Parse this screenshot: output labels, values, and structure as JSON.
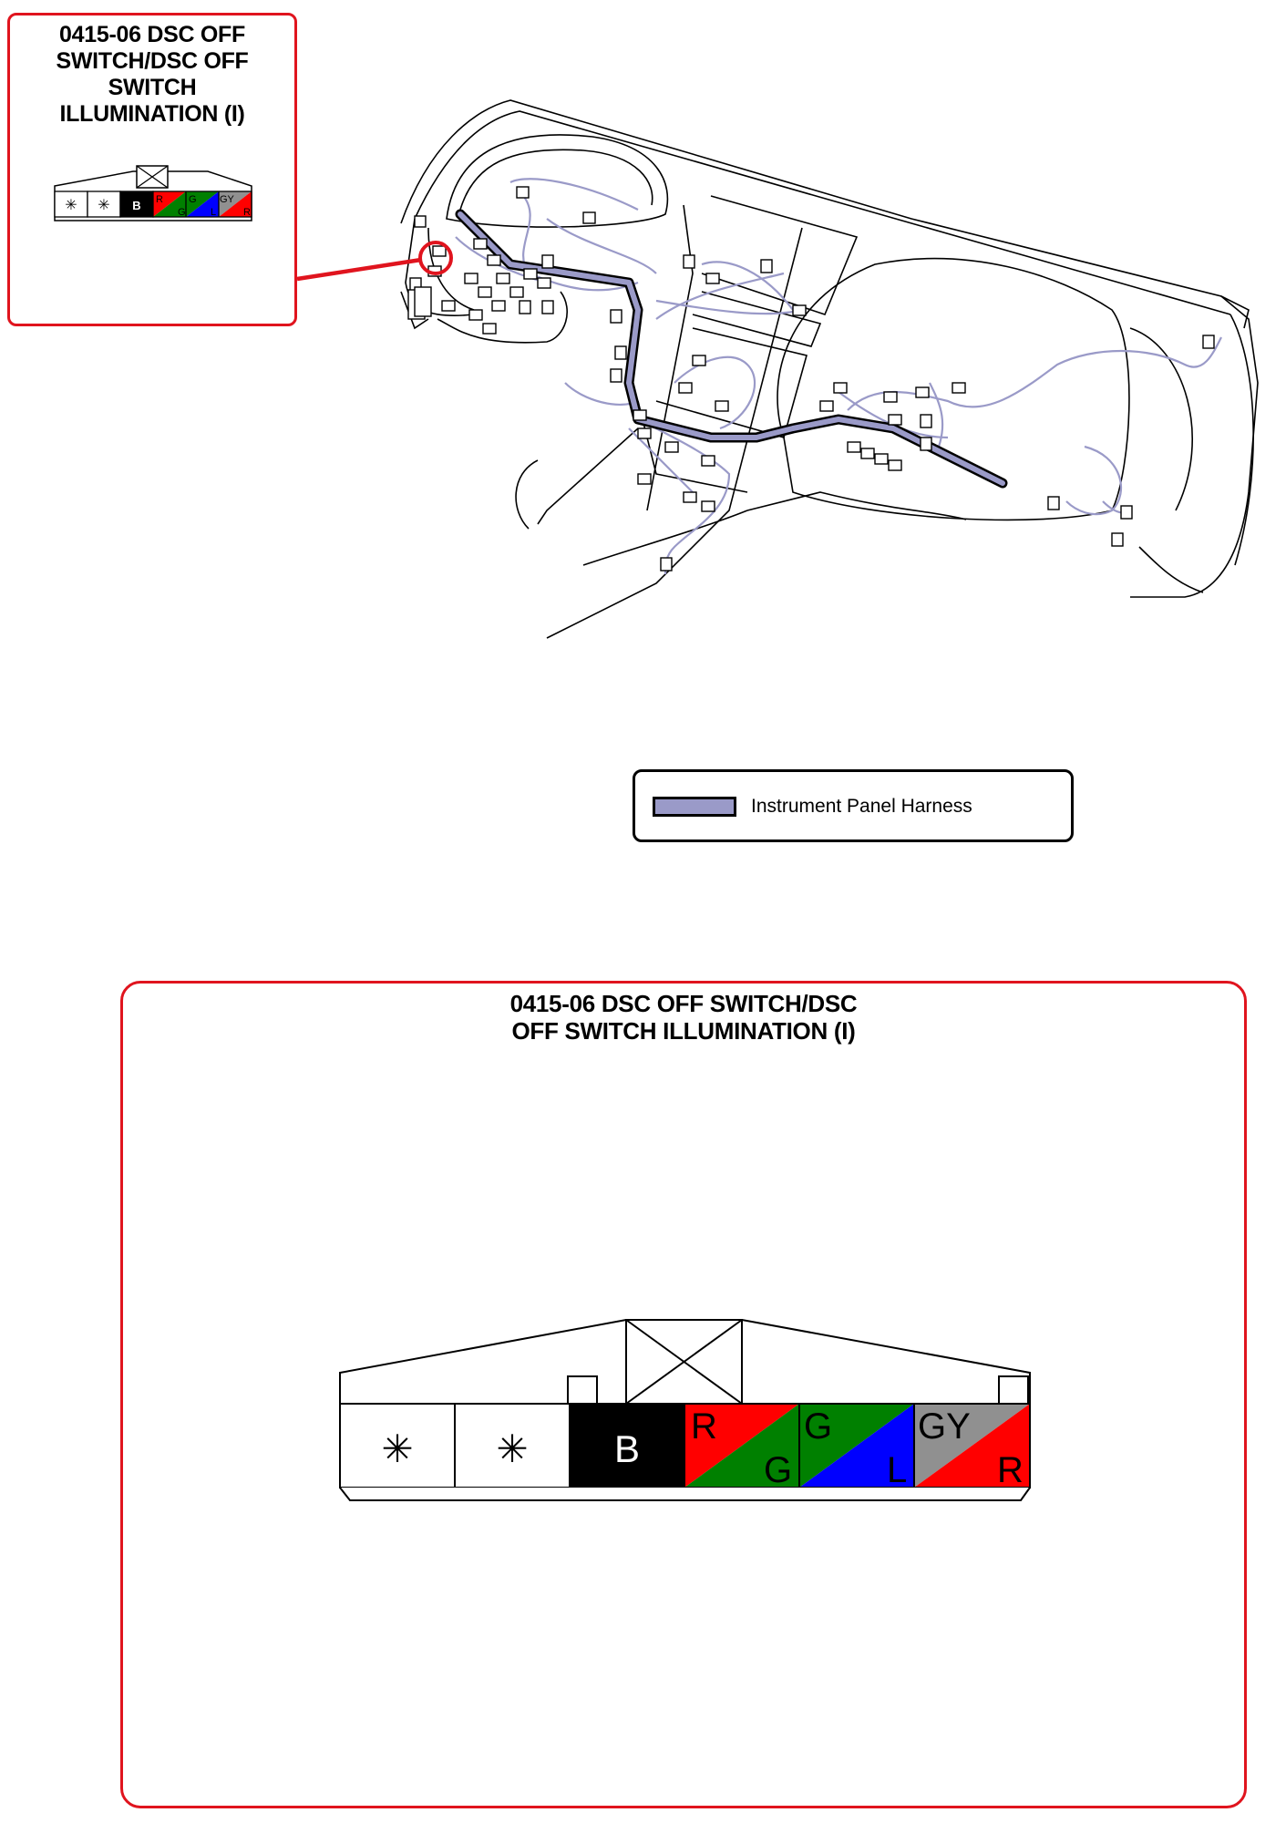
{
  "callout": {
    "title_lines": [
      "0415-06 DSC OFF",
      "SWITCH/DSC OFF",
      "SWITCH",
      "ILLUMINATION (I)"
    ]
  },
  "legend": {
    "label": "Instrument Panel Harness",
    "color": "#9a9ac8"
  },
  "detail": {
    "title_lines": [
      "0415-06 DSC OFF SWITCH/DSC",
      "OFF SWITCH ILLUMINATION (I)"
    ]
  },
  "connector": {
    "terminals": [
      {
        "type": "blank",
        "symbol": "✳"
      },
      {
        "type": "blank",
        "symbol": "✳"
      },
      {
        "type": "solid",
        "top": "B",
        "bottom": "",
        "color1": "#000000",
        "color2": "#000000"
      },
      {
        "type": "split",
        "top": "R",
        "bottom": "G",
        "color1": "#ff0000",
        "color2": "#008000"
      },
      {
        "type": "split",
        "top": "G",
        "bottom": "L",
        "color1": "#008000",
        "color2": "#0000ff"
      },
      {
        "type": "split",
        "top": "GY",
        "bottom": "R",
        "color1": "#909090",
        "color2": "#ff0000"
      }
    ]
  },
  "colors": {
    "frame_red": "#e0141e",
    "harness": "#9a9ac8"
  }
}
